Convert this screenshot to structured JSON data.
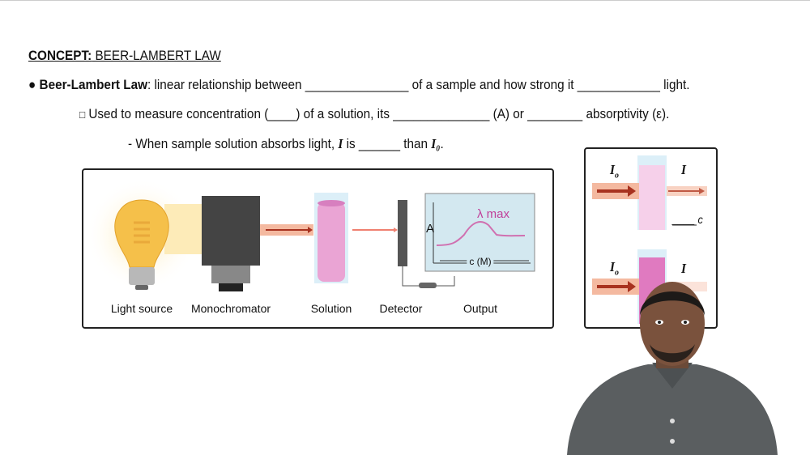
{
  "heading": {
    "prefix": "CONCEPT:",
    "title": "BEER-LAMBERT LAW"
  },
  "line1": {
    "bullet": "●",
    "term": "Beer-Lambert Law",
    "text": ": linear relationship between _______________ of a sample and how strong it ____________ light."
  },
  "line2": {
    "bullet": "□",
    "text": "Used to measure concentration (____) of a solution, its ______________ (A) or ________ absorptivity (ε)."
  },
  "line3": {
    "text_a": "- When sample solution absorbs light, ",
    "I": "I",
    "text_b": " is ______ than ",
    "I0": "I₀",
    "text_c": "."
  },
  "diagram": {
    "labels": [
      "Light source",
      "Monochromator",
      "Solution",
      "Detector",
      "Output"
    ],
    "graph": {
      "peak_label": "λ max",
      "y_label": "A",
      "x_label": "c (M)"
    }
  },
  "comparison": {
    "Io": "I",
    "Io_sub": "o",
    "I": "I",
    "blank_c": "____ c"
  },
  "colors": {
    "beam": "#f4b9a0",
    "arrow": "#a8321f",
    "solution_light": "#f5c8e4",
    "solution_dark": "#e07ac0",
    "bulb": "#f5c04a",
    "screen": "#d3e8f0",
    "curve": "#d070b0"
  }
}
